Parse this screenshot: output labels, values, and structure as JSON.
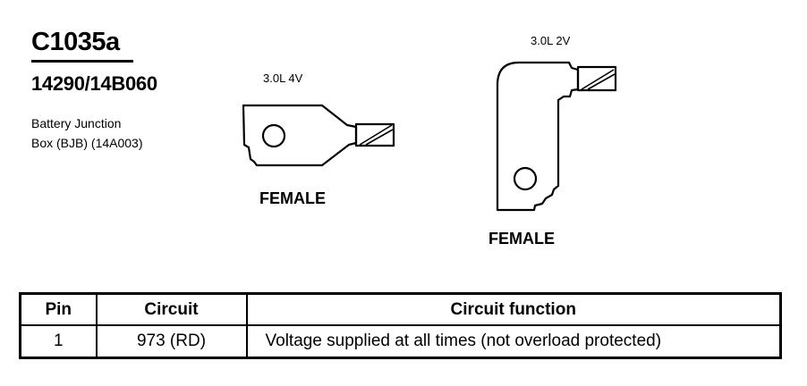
{
  "connector": {
    "id": "C1035a",
    "part_number": "14290/14B060",
    "description_lines": [
      "Battery Junction",
      "Box (BJB) (14A003)"
    ]
  },
  "views": [
    {
      "label": "3.0L 4V",
      "gender": "FEMALE",
      "icon": "female-terminal-straight-icon"
    },
    {
      "label": "3.0L 2V",
      "gender": "FEMALE",
      "icon": "female-terminal-angled-icon"
    }
  ],
  "table": {
    "headers": [
      "Pin",
      "Circuit",
      "Circuit function"
    ],
    "rows": [
      {
        "pin": "1",
        "circuit": "973 (RD)",
        "function": "Voltage supplied at all times (not overload protected)"
      }
    ]
  },
  "colors": {
    "ink": "#000000",
    "background": "#ffffff"
  }
}
